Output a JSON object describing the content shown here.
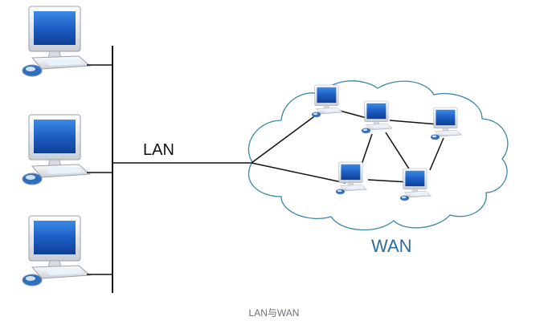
{
  "diagram": {
    "lan_label": "LAN",
    "wan_label": "WAN",
    "caption": "LAN与WAN",
    "colors": {
      "line": "#111111",
      "cloud_stroke": "#3b86a8",
      "wan_text": "#2a6e9e",
      "screen": "#1f5fc0"
    },
    "lan_computers": [
      {
        "id": "lan-pc-1",
        "icon": "desktop-computer-icon"
      },
      {
        "id": "lan-pc-2",
        "icon": "desktop-computer-icon"
      },
      {
        "id": "lan-pc-3",
        "icon": "desktop-computer-icon"
      }
    ],
    "wan_nodes": [
      {
        "id": "wan-pc-1",
        "icon": "desktop-computer-icon"
      },
      {
        "id": "wan-pc-2",
        "icon": "desktop-computer-icon"
      },
      {
        "id": "wan-pc-3",
        "icon": "desktop-computer-icon"
      },
      {
        "id": "wan-pc-4",
        "icon": "desktop-computer-icon"
      },
      {
        "id": "wan-pc-5",
        "icon": "desktop-computer-icon"
      }
    ],
    "wan_links": [
      [
        "gateway",
        "wan-pc-1"
      ],
      [
        "gateway",
        "wan-pc-4"
      ],
      [
        "wan-pc-1",
        "wan-pc-2"
      ],
      [
        "wan-pc-2",
        "wan-pc-3"
      ],
      [
        "wan-pc-2",
        "wan-pc-4"
      ],
      [
        "wan-pc-2",
        "wan-pc-5"
      ],
      [
        "wan-pc-4",
        "wan-pc-5"
      ],
      [
        "wan-pc-3",
        "wan-pc-5"
      ]
    ]
  }
}
